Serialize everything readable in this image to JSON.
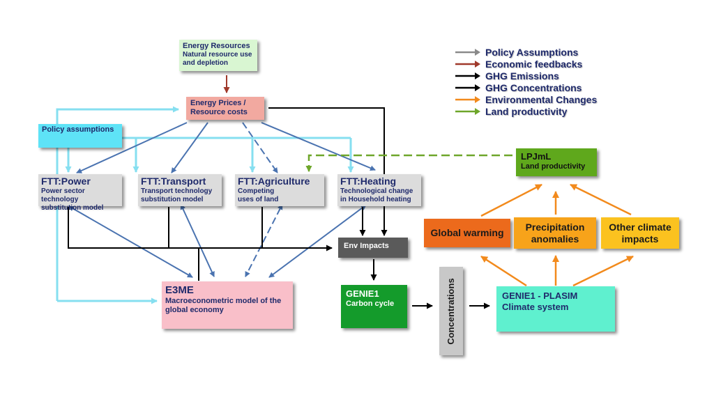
{
  "boxes": {
    "energy_resources": {
      "title": "Energy Resources",
      "sub": "Natural resource use and depletion"
    },
    "energy_prices": {
      "title": "Energy Prices / Resource costs"
    },
    "policy": {
      "title": "Policy assumptions"
    },
    "ftt_power": {
      "title": "FTT:Power",
      "sub": "Power sector technology substitution model"
    },
    "ftt_transport": {
      "title": "FTT:Transport",
      "sub": "Transport technology substitution model"
    },
    "ftt_agriculture": {
      "title": "FTT:Agriculture",
      "sub": "Competing uses of land"
    },
    "ftt_heating": {
      "title": "FTT:Heating",
      "sub": "Technological change in Household heating"
    },
    "env_impacts": {
      "title": "Env Impacts"
    },
    "e3me": {
      "title": "E3ME",
      "sub": "Macroeconometric model of the global economy"
    },
    "genie1": {
      "title": "GENIE1",
      "sub": "Carbon cycle"
    },
    "concentrations": {
      "title": "Concentrations"
    },
    "genie1_plasim": {
      "title": "GENIE1 - PLASIM",
      "sub": "Climate system"
    },
    "lpjml": {
      "title": "LPJmL",
      "sub": "Land productivity"
    },
    "global_warming": {
      "title": "Global warming"
    },
    "precipitation": {
      "title": "Precipitation anomalies"
    },
    "other_climate": {
      "title": "Other climate impacts"
    }
  },
  "legend": [
    {
      "label": "Policy Assumptions",
      "color": "#8a8a8a"
    },
    {
      "label": "Economic feedbacks",
      "color": "#a0392b"
    },
    {
      "label": "GHG Emissions",
      "color": "#000000"
    },
    {
      "label": "GHG Concentrations",
      "color": "#000000"
    },
    {
      "label": "Environmental Changes",
      "color": "#f28a1c"
    },
    {
      "label": "Land productivity",
      "color": "#6ea62a"
    }
  ],
  "colors": {
    "steel_blue": "#4a73b0",
    "light_cyan": "#86dff0",
    "black": "#000000",
    "orange": "#f28a1c",
    "green": "#6ea62a",
    "brown": "#a0392b"
  }
}
